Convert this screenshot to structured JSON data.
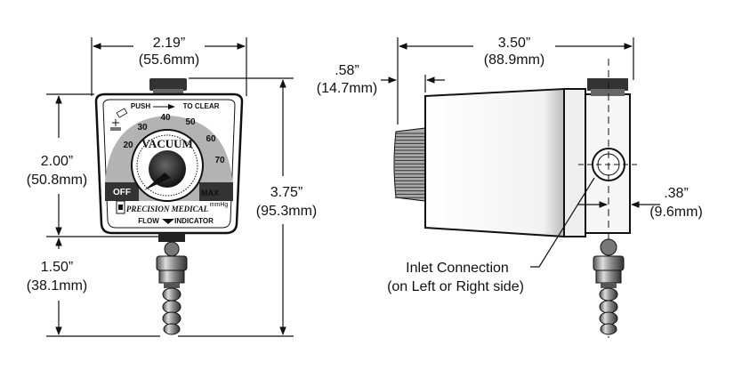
{
  "front_view": {
    "width_label": "2.19”",
    "width_mm": "(55.6mm)",
    "body_height_label": "2.00”",
    "body_height_mm": "(50.8mm)",
    "fitting_height_label": "1.50”",
    "fitting_height_mm": "(38.1mm)",
    "total_height_label": "3.75”",
    "total_height_mm": "(95.3mm)",
    "gauge": {
      "push": "PUSH",
      "to_clear": "TO CLEAR",
      "title": "VACUUM",
      "off": "OFF",
      "max": "MAX",
      "unit": "mmHg",
      "brand": "PRECISION MEDICAL",
      "flow": "FLOW",
      "indicator": "INDICATOR",
      "ticks": [
        "20",
        "30",
        "40",
        "50",
        "60",
        "70"
      ]
    }
  },
  "side_view": {
    "length_label": "3.50”",
    "length_mm": "(88.9mm)",
    "knob_label": ".58”",
    "knob_mm": "(14.7mm)",
    "offset_label": ".38”",
    "offset_mm": "(9.6mm)",
    "inlet_line1": "Inlet Connection",
    "inlet_line2": "(on Left or Right side)"
  }
}
